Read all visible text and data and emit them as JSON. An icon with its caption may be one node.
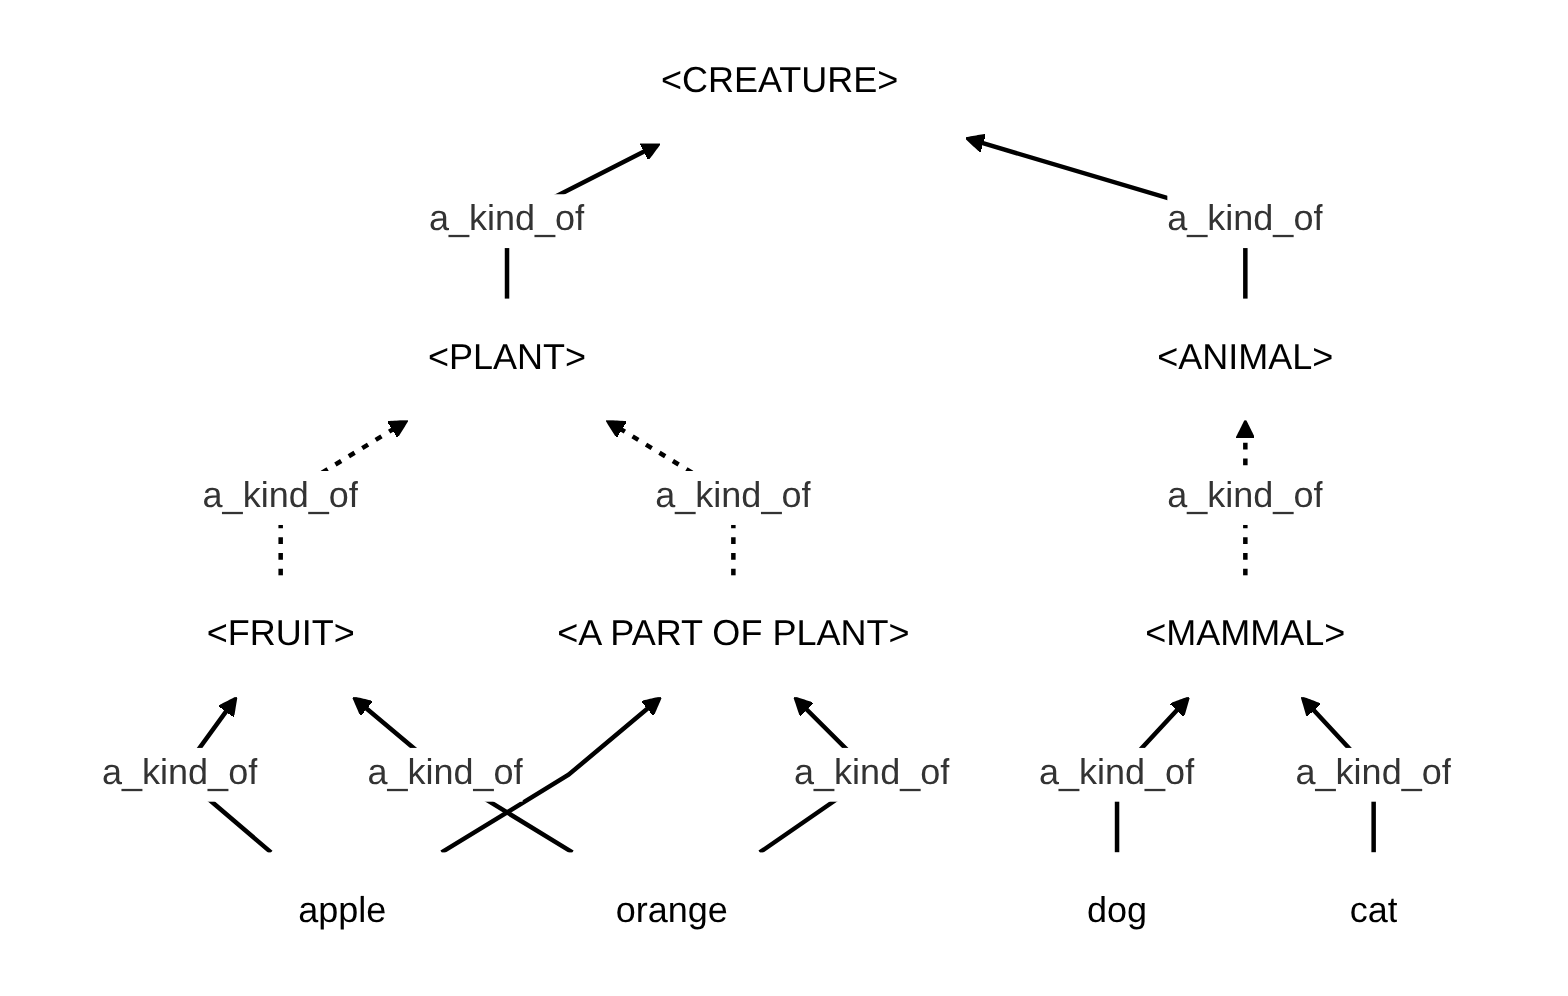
{
  "diagram": {
    "nodes": [
      {
        "text": [
          "<CREATURE>"
        ]
      },
      {
        "text": [
          "<PLANT>"
        ]
      },
      {
        "text": [
          "<ANIMAL>"
        ]
      },
      {
        "text": [
          "<FRUIT>"
        ]
      },
      {
        "text": [
          "<A PART OF PLANT>"
        ]
      },
      {
        "text": [
          "<MAMMAL>"
        ]
      },
      {
        "text": [
          "apple"
        ]
      },
      {
        "text": [
          "orange"
        ]
      },
      {
        "text": [
          "dog"
        ]
      },
      {
        "text": [
          "cat"
        ]
      }
    ],
    "edges": [
      {
        "from": 1,
        "to": 0,
        "arrow": "to",
        "label": "a_kind_of"
      },
      {
        "from": 2,
        "to": 0,
        "arrow": "to",
        "label": "a_kind_of"
      },
      {
        "from": 3,
        "to": 1,
        "arrow": "to",
        "label": "a_kind_of",
        "style": "dashed"
      },
      {
        "from": 4,
        "to": 1,
        "arrow": "to",
        "label": "a_kind_of",
        "style": "dashed"
      },
      {
        "from": 5,
        "to": 2,
        "arrow": "to",
        "label": "a_kind_of",
        "style": "dashed"
      },
      {
        "from": 6,
        "to": 3,
        "arrow": "to",
        "label": "a_kind_of"
      },
      {
        "from": 7,
        "to": 3,
        "arrow": "to",
        "label": "a_kind_of"
      },
      {
        "from": 6,
        "to": 4,
        "arrow": "to"
      },
      {
        "from": 7,
        "to": 4,
        "arrow": "to",
        "label": "a_kind_of"
      },
      {
        "from": 8,
        "to": 5,
        "arrow": "to",
        "label": "a_kind_of"
      },
      {
        "from": 9,
        "to": 5,
        "arrow": "to",
        "label": "a_kind_of"
      }
    ]
  }
}
